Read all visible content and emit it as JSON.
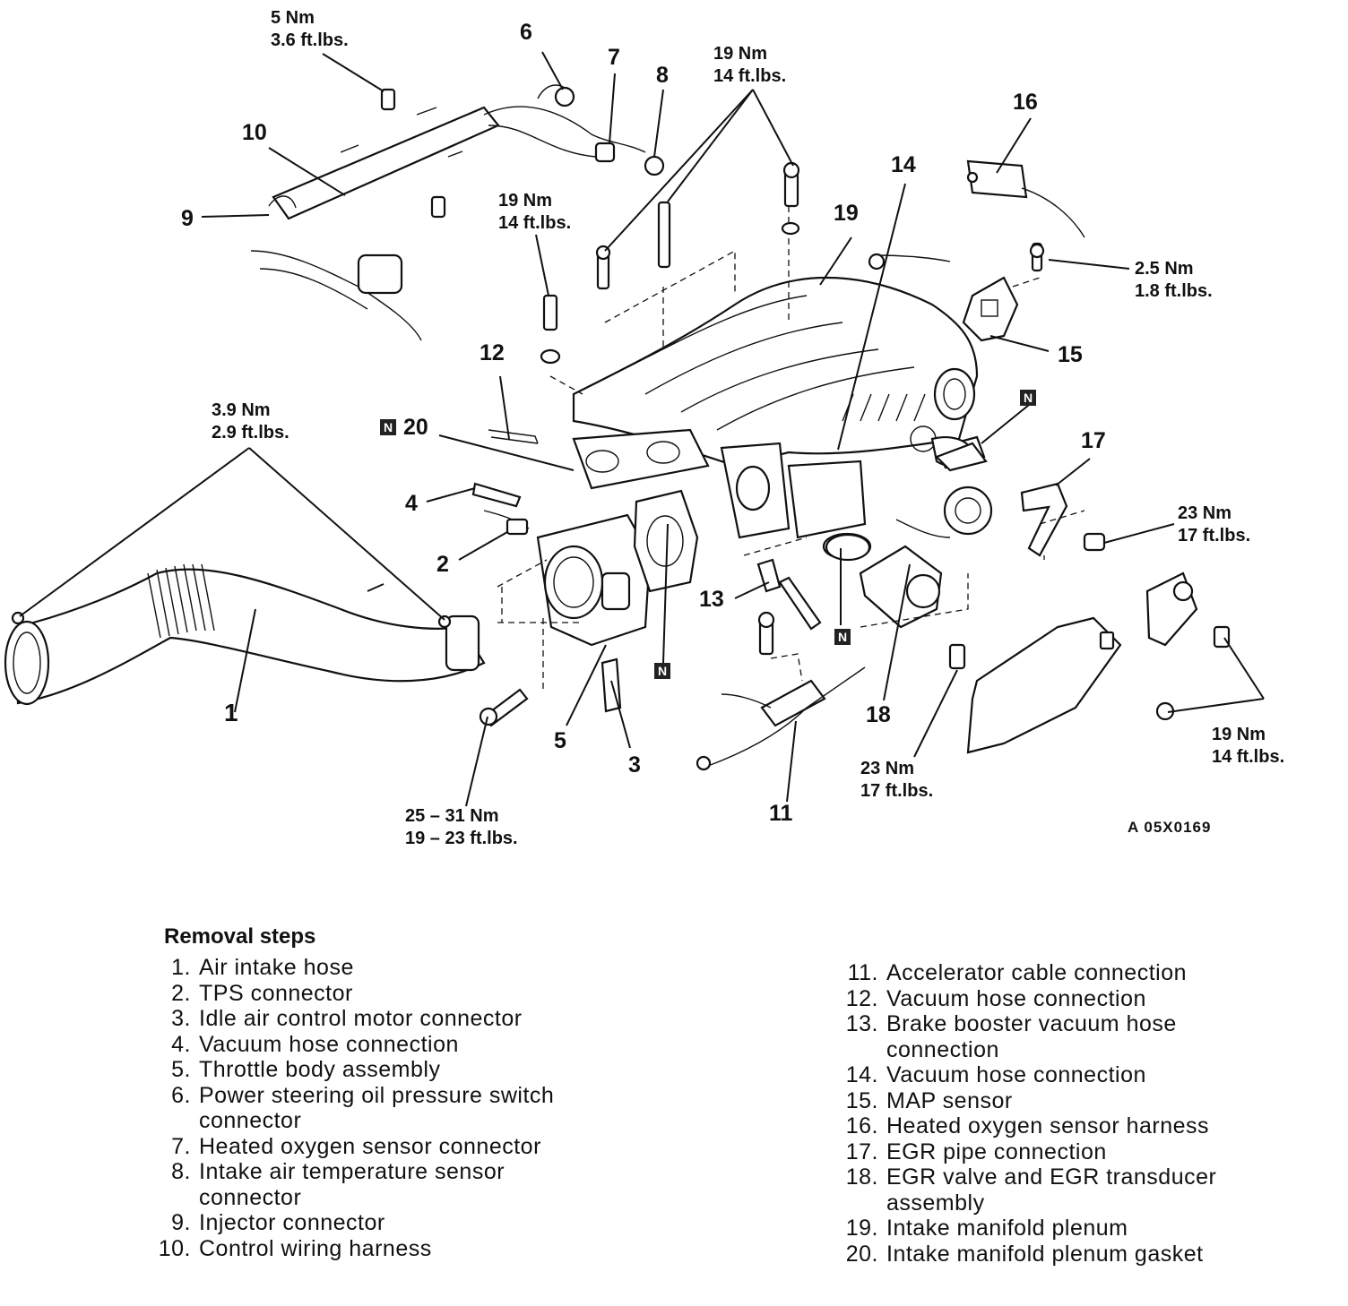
{
  "diagram": {
    "callouts": [
      "1",
      "2",
      "3",
      "4",
      "5",
      "6",
      "7",
      "8",
      "9",
      "10",
      "11",
      "12",
      "13",
      "14",
      "15",
      "16",
      "17",
      "18",
      "19",
      "20"
    ],
    "torque_specs": {
      "t_5nm": [
        "5 Nm",
        "3.6 ft.lbs."
      ],
      "t_19nm_top": [
        "19 Nm",
        "14 ft.lbs."
      ],
      "t_19nm_left": [
        "19 Nm",
        "14 ft.lbs."
      ],
      "t_2_5nm": [
        "2.5 Nm",
        "1.8 ft.lbs."
      ],
      "t_3_9nm": [
        "3.9 Nm",
        "2.9 ft.lbs."
      ],
      "t_23nm_right": [
        "23 Nm",
        "17 ft.lbs."
      ],
      "t_23nm_bottom": [
        "23 Nm",
        "17 ft.lbs."
      ],
      "t_25_31nm": [
        "25 – 31 Nm",
        "19 – 23 ft.lbs."
      ],
      "t_19nm_right": [
        "19 Nm",
        "14 ft.lbs."
      ]
    },
    "new_part_marker": "N",
    "figure_ref": "A 05X0169"
  },
  "removal": {
    "title": "Removal steps",
    "left": [
      {
        "num": "1.",
        "text": "Air intake hose"
      },
      {
        "num": "2.",
        "text": "TPS connector"
      },
      {
        "num": "3.",
        "text": "Idle air control motor connector"
      },
      {
        "num": "4.",
        "text": "Vacuum hose connection"
      },
      {
        "num": "5.",
        "text": "Throttle body assembly"
      },
      {
        "num": "6.",
        "text": "Power steering oil pressure switch connector"
      },
      {
        "num": "7.",
        "text": "Heated oxygen sensor connector"
      },
      {
        "num": "8.",
        "text": "Intake air temperature sensor connector"
      },
      {
        "num": "9.",
        "text": "Injector connector"
      },
      {
        "num": "10.",
        "text": "Control wiring harness"
      }
    ],
    "right": [
      {
        "num": "11.",
        "text": "Accelerator cable connection"
      },
      {
        "num": "12.",
        "text": "Vacuum hose connection"
      },
      {
        "num": "13.",
        "text": "Brake booster vacuum hose connection"
      },
      {
        "num": "14.",
        "text": "Vacuum hose connection"
      },
      {
        "num": "15.",
        "text": "MAP sensor"
      },
      {
        "num": "16.",
        "text": "Heated oxygen sensor harness"
      },
      {
        "num": "17.",
        "text": "EGR pipe connection"
      },
      {
        "num": "18.",
        "text": "EGR valve and EGR transducer assembly"
      },
      {
        "num": "19.",
        "text": "Intake manifold plenum"
      },
      {
        "num": "20.",
        "text": "Intake manifold plenum gasket"
      }
    ]
  }
}
